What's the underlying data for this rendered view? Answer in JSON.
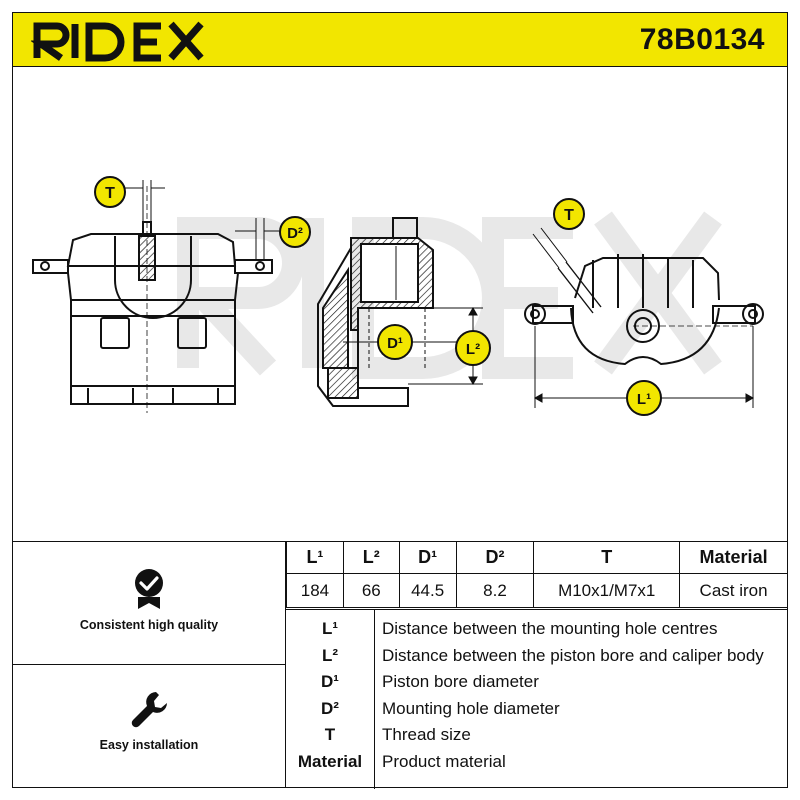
{
  "header": {
    "brand": "RIDEX",
    "part_number": "78B0134",
    "accent_color": "#f2e600"
  },
  "drawing": {
    "watermark": "RIDEX",
    "badges": {
      "t_front": "T",
      "d2": "D²",
      "d1": "D¹",
      "l2": "L²",
      "t_back": "T",
      "l1": "L¹"
    }
  },
  "features": [
    {
      "icon": "quality-badge-icon",
      "label": "Consistent high quality"
    },
    {
      "icon": "wrench-icon",
      "label": "Easy installation"
    }
  ],
  "specs": {
    "headers": [
      "L¹",
      "L²",
      "D¹",
      "D²",
      "T",
      "Material"
    ],
    "values": [
      "184",
      "66",
      "44.5",
      "8.2",
      "M10x1/M7x1",
      "Cast iron"
    ]
  },
  "legend": [
    {
      "key": "L¹",
      "desc": "Distance between the mounting hole centres"
    },
    {
      "key": "L²",
      "desc": "Distance between the piston bore and caliper body"
    },
    {
      "key": "D¹",
      "desc": "Piston bore diameter"
    },
    {
      "key": "D²",
      "desc": "Mounting hole diameter"
    },
    {
      "key": "T",
      "desc": "Thread size"
    },
    {
      "key": "Material",
      "desc": "Product material"
    }
  ]
}
